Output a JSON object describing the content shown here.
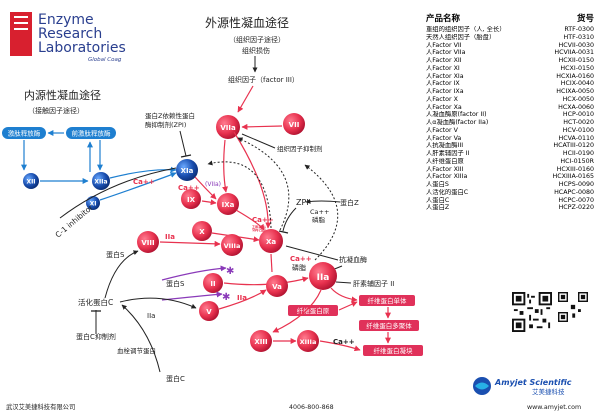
{
  "brand": {
    "name_lines": [
      "Enzyme",
      "Research",
      "Laboratories"
    ],
    "tagline": "Global Coag",
    "color": "#2a3f8f"
  },
  "colors": {
    "factor_fill": "#e8324f",
    "pink_pill": "#e0315a",
    "blue_pill": "#1e7fd0",
    "red_arrow": "#e8324f",
    "purple_arrow": "#8a3ab9"
  },
  "diagram": {
    "extrinsic_title": "外源性凝血途径",
    "extrinsic_subtitle": "（组织因子途径）",
    "tissue_damage": "组织损伤",
    "tissue_factor": "组织因子（factor III）",
    "intrinsic_title": "内源性凝血途径",
    "intrinsic_subtitle": "（接触因子途径）",
    "activation_release_1": "激肽释放酶",
    "activation_release_2": "前激肽释放酶",
    "protein_z_inhibitor": "蛋白Z依赖性蛋白\n酶抑制剂(ZPI)",
    "tf_inhibitor": "组织因子抑制剂",
    "c1_inhibitor": "C-1 inhibitor",
    "zpi": "ZPI",
    "protein_z": "蛋白Z",
    "ca_label": "Ca++",
    "ca_phospholipid": "Ca++\n磷脂",
    "ca_phospholipid2": "Ca++\n磷脂",
    "ca_phospholipid3": "Ca++\n磷脂",
    "ca_plus": "Ca++",
    "ca_x": "Ca++",
    "viia_small": "(VIIa)",
    "antithrombin": "抗凝血酶",
    "heparin_cofactor": "肝素辅因子 II",
    "protein_s_1": "蛋白S",
    "protein_s_2": "蛋白S",
    "activated_protein_c": "活化蛋白C",
    "protein_c_inhibitor": "蛋白C抑制剂",
    "iia_small_1": "IIa",
    "iia_small_2": "IIa",
    "iia_small_3": "IIa",
    "thrombomodulin": "血栓调节蛋白",
    "protein_c": "蛋白C",
    "fibrinogen": "纤维蛋白原",
    "fibrin_monomer": "纤维蛋白单体",
    "fibrin_polymer": "纤维蛋白多聚体",
    "fibrin_clot": "纤维蛋白凝块",
    "factors": {
      "xii": "XII",
      "xiia": "XIIa",
      "xi": "XI",
      "xia": "XIa",
      "ix": "IX",
      "ixa": "IXa",
      "viia": "VIIa",
      "vii": "VII",
      "viii": "VIII",
      "viiia": "VIIIa",
      "x": "X",
      "xa": "Xa",
      "v": "V",
      "va": "Va",
      "ii": "II",
      "iia": "IIa",
      "xiii": "XIII",
      "xiiia": "XIIIa"
    }
  },
  "products": {
    "header_name": "产品名称",
    "header_code": "货号",
    "items": [
      {
        "name": "重组的组织因子（人, 全长）",
        "code": "RTF-0300"
      },
      {
        "name": "天然人组织因子（胎盘）",
        "code": "HTF-0310"
      },
      {
        "name": "人Factor VII",
        "code": "HCVII-0030"
      },
      {
        "name": "人Factor VIIa",
        "code": "HCVIIA-0031"
      },
      {
        "name": "人Factor XII",
        "code": "HCXII-0150"
      },
      {
        "name": "人Factor XI",
        "code": "HCXI-0150"
      },
      {
        "name": "人Factor XIa",
        "code": "HCXIA-0160"
      },
      {
        "name": "人Factor IX",
        "code": "HCIX-0040"
      },
      {
        "name": "人Factor IXa",
        "code": "HCIXA-0050"
      },
      {
        "name": "人Factor X",
        "code": "HCX-0050"
      },
      {
        "name": "人Factor Xa",
        "code": "HCXA-0060"
      },
      {
        "name": "人凝血酶原(factor II)",
        "code": "HCP-0010"
      },
      {
        "name": "人α凝血酶(factor IIa)",
        "code": "HCT-0020"
      },
      {
        "name": "人Factor V",
        "code": "HCV-0100"
      },
      {
        "name": "人Factor Va",
        "code": "HCVA-0110"
      },
      {
        "name": "人抗凝血酶III",
        "code": "HCATIII-0120"
      },
      {
        "name": "人肝素辅因子 II",
        "code": "HCII-0190"
      },
      {
        "name": "人纤维蛋白原",
        "code": "HCI-0150R"
      },
      {
        "name": "人Factor XIII",
        "code": "HCXIII-0160"
      },
      {
        "name": "人Factor XIIIa",
        "code": "HCXIIIA-0165"
      },
      {
        "name": "人蛋白S",
        "code": "HCPS-0090"
      },
      {
        "name": "人活化的蛋白C",
        "code": "HCAPC-0080"
      },
      {
        "name": "人蛋白C",
        "code": "HCPC-0070"
      },
      {
        "name": "人蛋白Z",
        "code": "HCPZ-0220"
      }
    ]
  },
  "footer": {
    "company": "武汉艾美捷科技有限公司",
    "phone": "4006-800-868",
    "website": "www.amyjet.com"
  },
  "amyjet": {
    "name": "Amyjet Scientific",
    "cn_name": "艾美捷科技"
  }
}
